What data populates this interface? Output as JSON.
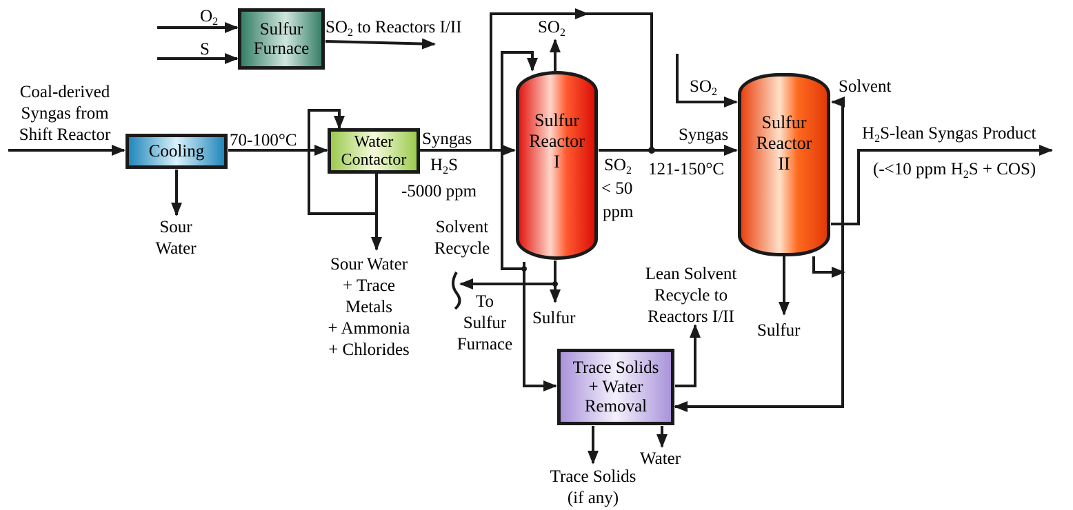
{
  "colors": {
    "line": "#1a1a1a",
    "cooling": "#2aa0c8",
    "water_contactor": "#b8dc6a",
    "furnace": "#3f8a73",
    "reactor_i": "#e8140a",
    "reactor_ii": "#ee4a10",
    "trace_solids": "#b8a8e0"
  },
  "units": {
    "furnace": {
      "line1": "Sulfur",
      "line2": "Furnace"
    },
    "cooling": {
      "label": "Cooling"
    },
    "water_contactor": {
      "line1": "Water",
      "line2": "Contactor"
    },
    "reactor_i": {
      "line1": "Sulfur",
      "line2": "Reactor",
      "line3": "I"
    },
    "reactor_ii": {
      "line1": "Sulfur",
      "line2": "Reactor",
      "line3": "II"
    },
    "trace_solids": {
      "line1": "Trace Solids",
      "line2": "+ Water",
      "line3": "Removal"
    }
  },
  "labels": {
    "o2": {
      "main": "O",
      "sub": "2"
    },
    "s": "S",
    "so2_to_reactors": {
      "pre": "SO",
      "sub": "2",
      "post": " to Reactors I/II"
    },
    "coal_syngas": {
      "line1": "Coal-derived",
      "line2": "Syngas from",
      "line3": "Shift Reactor"
    },
    "temp1": "70-100°C",
    "sour_water": {
      "line1": "Sour",
      "line2": "Water"
    },
    "sour_water_trace": {
      "line1": "Sour Water",
      "line2": "+ Trace",
      "line3": "Metals",
      "line4": "+ Ammonia",
      "line5": "+ Chlorides"
    },
    "syngas1": "Syngas",
    "h2s": {
      "pre": "H",
      "sub": "2",
      "post": "S"
    },
    "ppm5000": "-5000 ppm",
    "so2_top": {
      "pre": "SO",
      "sub": "2"
    },
    "solvent_recycle": {
      "line1": "Solvent",
      "line2": "Recycle"
    },
    "to_sulfur_furnace": {
      "line1": "To",
      "line2": "Sulfur",
      "line3": "Furnace"
    },
    "sulfur1": "Sulfur",
    "so2_mid": {
      "pre": "SO",
      "sub": "2"
    },
    "lt50": "< 50",
    "ppm": "ppm",
    "syngas2": "Syngas",
    "temp2": "121-150°C",
    "so2_right": {
      "pre": "SO",
      "sub": "2"
    },
    "solvent": "Solvent",
    "h2s_lean": {
      "pre": "H",
      "sub": "2",
      "post": "S-lean Syngas Product"
    },
    "lt10ppm": {
      "pre": "(-<10 ppm H",
      "sub": "2",
      "post": "S + COS)"
    },
    "lean_solvent": {
      "line1": "Lean Solvent",
      "line2": "Recycle to",
      "line3": "Reactors I/II"
    },
    "sulfur2": "Sulfur",
    "water": "Water",
    "trace_solids_out": {
      "line1": "Trace Solids",
      "line2": "(if any)"
    }
  }
}
